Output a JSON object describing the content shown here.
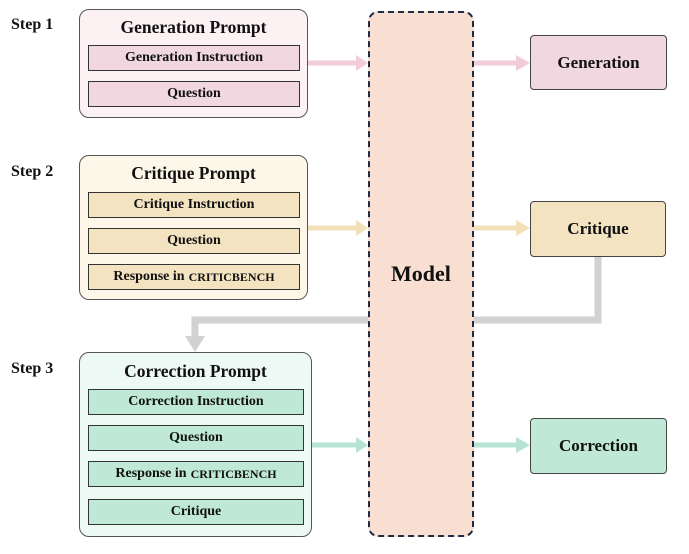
{
  "steps": {
    "step1": "Step 1",
    "step2": "Step 2",
    "step3": "Step 3"
  },
  "generation_prompt": {
    "title": "Generation Prompt",
    "items": [
      "Generation Instruction",
      "Question"
    ]
  },
  "critique_prompt": {
    "title": "Critique Prompt",
    "items": [
      "Critique Instruction",
      "Question"
    ],
    "response_prefix": "Response in",
    "response_bench": "CRITICBENCH"
  },
  "correction_prompt": {
    "title": "Correction Prompt",
    "items": [
      "Correction Instruction",
      "Question"
    ],
    "response_prefix": "Response in",
    "response_bench": "CRITICBENCH",
    "last_item": "Critique"
  },
  "model": {
    "label": "Model"
  },
  "outputs": {
    "generation": "Generation",
    "critique": "Critique",
    "correction": "Correction"
  },
  "colors": {
    "generation_fill": "#f1d7df",
    "generation_bg": "#fcf2f4",
    "critique_fill": "#f3e3c1",
    "critique_bg": "#fdf7ea",
    "correction_fill": "#bfe8d6",
    "correction_bg": "#edf9f4",
    "model_fill": "#f9dfd1",
    "arrow_pink": "#f2ccd6",
    "arrow_yellow": "#f1e0b8",
    "arrow_green": "#b7e4d2",
    "arrow_gray": "#d2d2d2"
  }
}
